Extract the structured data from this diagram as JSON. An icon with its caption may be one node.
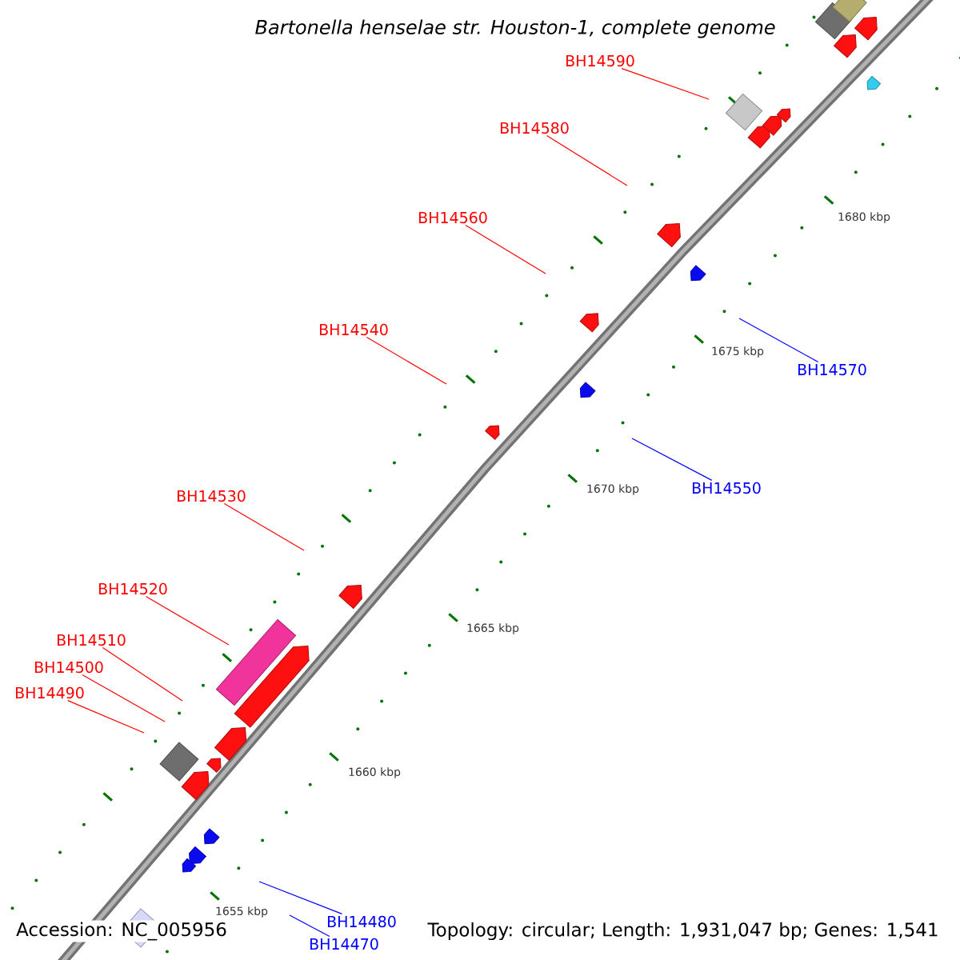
{
  "diagram": {
    "title": "Bartonella henselae str. Houston-1, complete genome",
    "nodes": [
      {
        "text": [
          "BH14590"
        ]
      },
      {
        "text": [
          "BH14580"
        ]
      },
      {
        "text": [
          "BH14560"
        ]
      },
      {
        "text": [
          "BH14540"
        ]
      },
      {
        "text": [
          "BH14570"
        ]
      },
      {
        "text": [
          "BH14550"
        ]
      },
      {
        "text": [
          "BH14530"
        ]
      },
      {
        "text": [
          "BH14520"
        ]
      },
      {
        "text": [
          "BH14510"
        ]
      },
      {
        "text": [
          "BH14500"
        ]
      },
      {
        "text": [
          "BH14490"
        ]
      },
      {
        "text": [
          "BH14480"
        ]
      },
      {
        "text": [
          "BH14470"
        ]
      }
    ],
    "edges": [
      {
        "from": 0,
        "to": null,
        "arrow": "none"
      },
      {
        "from": 1,
        "to": null,
        "arrow": "none"
      },
      {
        "from": 2,
        "to": null,
        "arrow": "none"
      },
      {
        "from": 3,
        "to": null,
        "arrow": "none"
      },
      {
        "from": 4,
        "to": null,
        "arrow": "none",
        "color": "#0000ff"
      },
      {
        "from": 5,
        "to": null,
        "arrow": "none",
        "color": "#0000ff"
      },
      {
        "from": 6,
        "to": null,
        "arrow": "none"
      },
      {
        "from": 7,
        "to": null,
        "arrow": "none"
      },
      {
        "from": 8,
        "to": null,
        "arrow": "none"
      },
      {
        "from": 9,
        "to": null,
        "arrow": "none"
      },
      {
        "from": 10,
        "to": null,
        "arrow": "none"
      },
      {
        "from": 11,
        "to": null,
        "arrow": "none",
        "color": "#0000ff"
      },
      {
        "from": 12,
        "to": null,
        "arrow": "none",
        "color": "#0000ff"
      }
    ],
    "labels": [
      "1680 kbp",
      "1675 kbp",
      "1670 kbp",
      "1665 kbp",
      "1660 kbp",
      "1655 kbp",
      "Accession: NC_005956",
      "Topology: circular; Length: 1,931,047 bp; Genes: 1,541"
    ]
  }
}
